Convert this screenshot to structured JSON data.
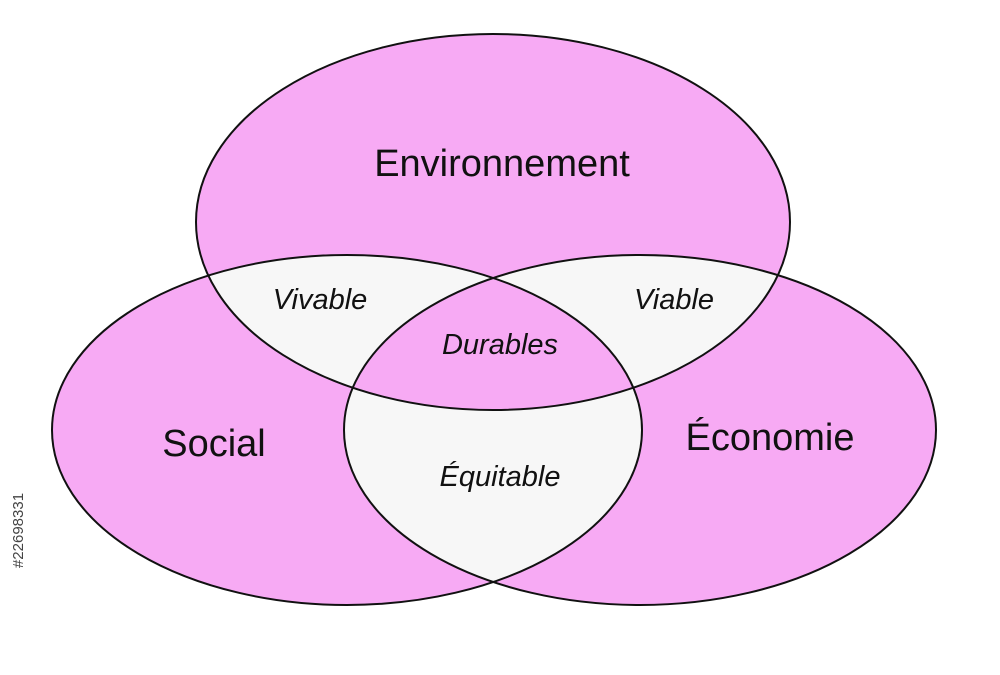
{
  "colors": {
    "circle_fill": "#f7aaf4",
    "overlap_fill": "#f7f7f7",
    "center_fill": "#f7aaf4",
    "stroke": "#111111"
  },
  "circles": {
    "environment": "Environnement",
    "social": "Social",
    "economy": "Économie"
  },
  "overlaps": {
    "env_social": "Vivable",
    "env_economy": "Viable",
    "social_economy": "Équitable",
    "center": "Durables"
  },
  "watermark_id": "#22698331"
}
